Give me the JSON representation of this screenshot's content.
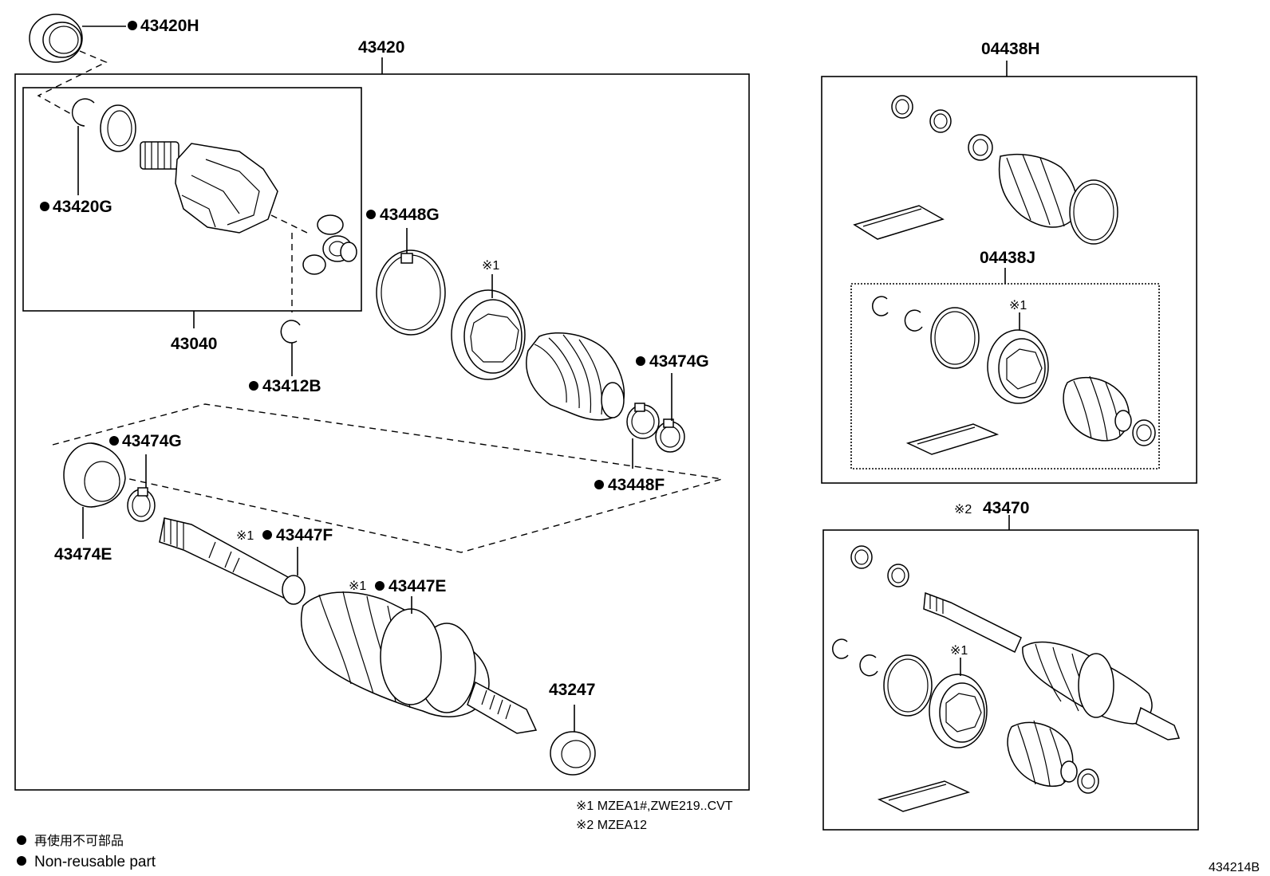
{
  "parts": {
    "p43420H": "43420H",
    "p43420": "43420",
    "p04438H": "04438H",
    "p43420G": "43420G",
    "p43448G": "43448G",
    "p43040": "43040",
    "p43412B": "43412B",
    "p04438J": "04438J",
    "p43474G_a": "43474G",
    "p43474G_b": "43474G",
    "p43448F": "43448F",
    "p43474E": "43474E",
    "p43447F": "43447F",
    "p43447E": "43447E",
    "p43247": "43247",
    "p43470": "43470"
  },
  "marks": {
    "m1": "※1",
    "m2": "※2"
  },
  "notes": {
    "note1": "※1 MZEA1#,ZWE219..CVT",
    "note2": "※2 MZEA12"
  },
  "legend": {
    "jp": "再使用不可部品",
    "en": "Non-reusable part"
  },
  "figure_id": "434214B"
}
